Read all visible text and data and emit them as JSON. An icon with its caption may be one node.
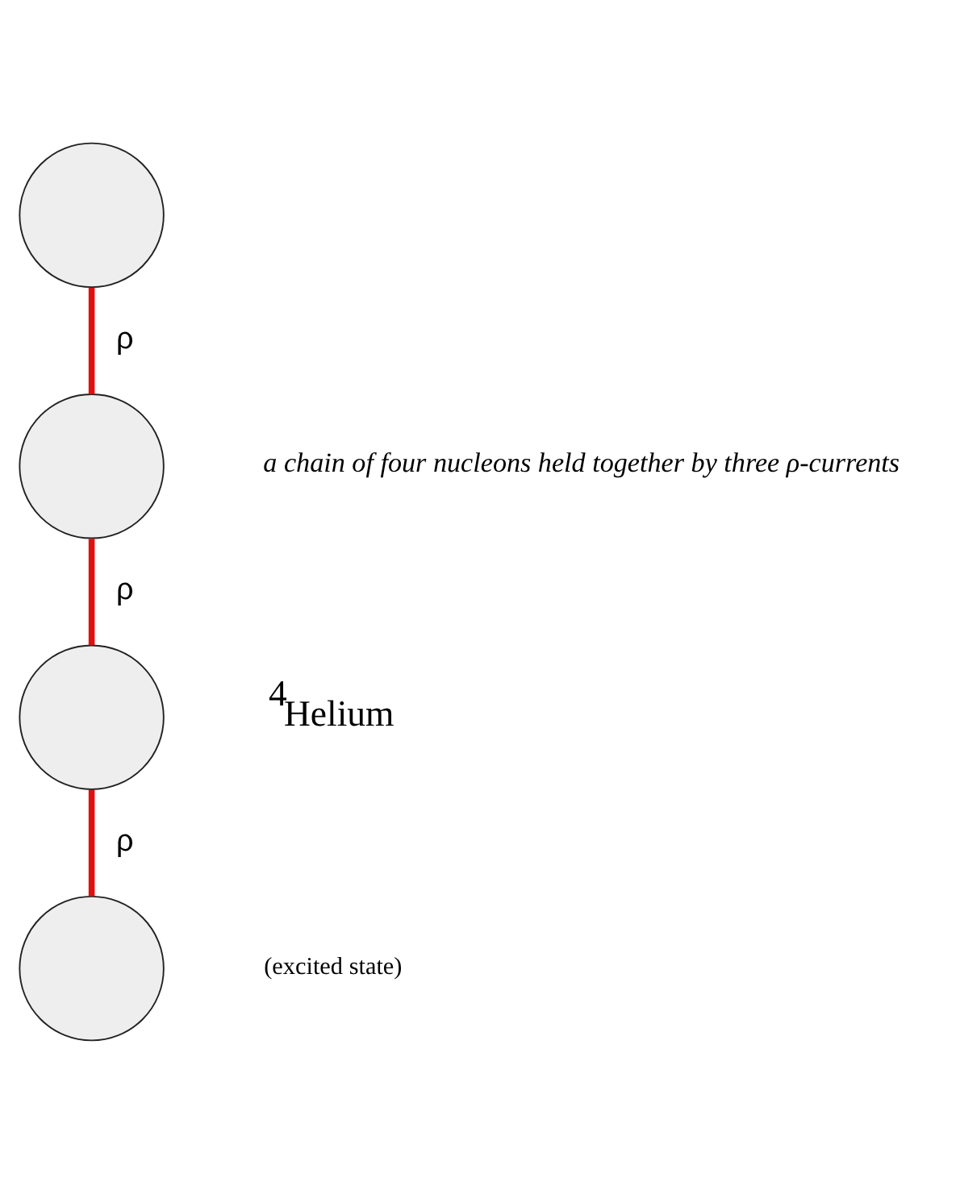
{
  "diagram": {
    "nodes": [
      {
        "text": [],
        "shape": "circle"
      },
      {
        "text": [],
        "shape": "circle"
      },
      {
        "text": [],
        "shape": "circle"
      },
      {
        "text": [],
        "shape": "circle"
      }
    ],
    "edges": [
      {
        "from": 0,
        "to": 1,
        "arrow": "none",
        "label": "ρ"
      },
      {
        "from": 1,
        "to": 2,
        "arrow": "none",
        "label": "ρ"
      },
      {
        "from": 2,
        "to": 3,
        "arrow": "none",
        "label": "ρ"
      }
    ],
    "labels": [
      "a chain of four nucleons held together by three ρ-currents",
      "$^{4}$Helium",
      "(excited state)"
    ]
  }
}
